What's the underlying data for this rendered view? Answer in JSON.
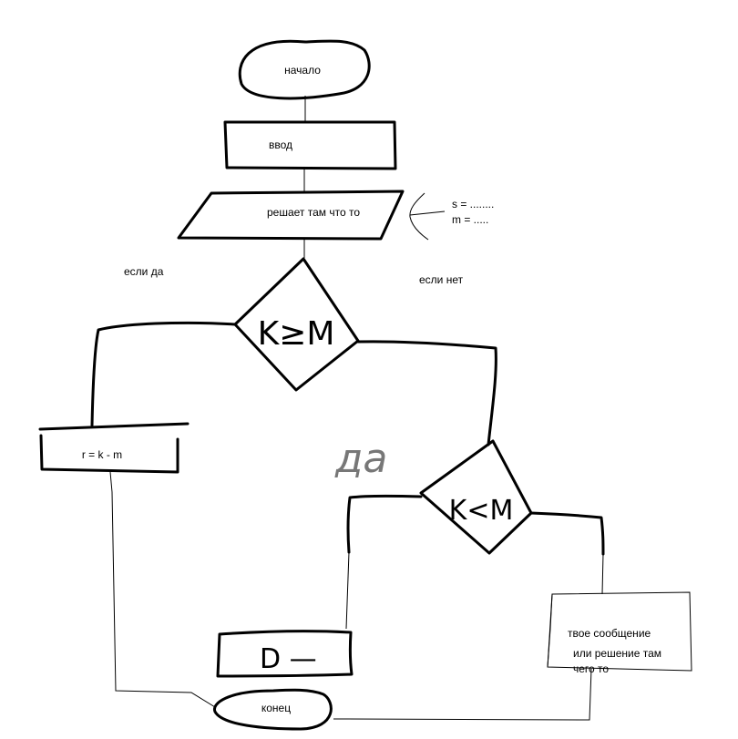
{
  "nodes": {
    "start": "начало",
    "input": "ввод",
    "process": "решает там что то",
    "assign": "r = k - m",
    "decision1": "K≥M",
    "decision2": "K<M",
    "output": "D —",
    "message_line1": "твое сообщение",
    "message_line2": "или решение там",
    "message_line3": "чего то",
    "end": "конец"
  },
  "annotation": {
    "line1": "s = ........",
    "line2": "m = ....."
  },
  "branch_labels": {
    "yes": "если да",
    "no": "если нет",
    "handwritten_yes": "да"
  }
}
